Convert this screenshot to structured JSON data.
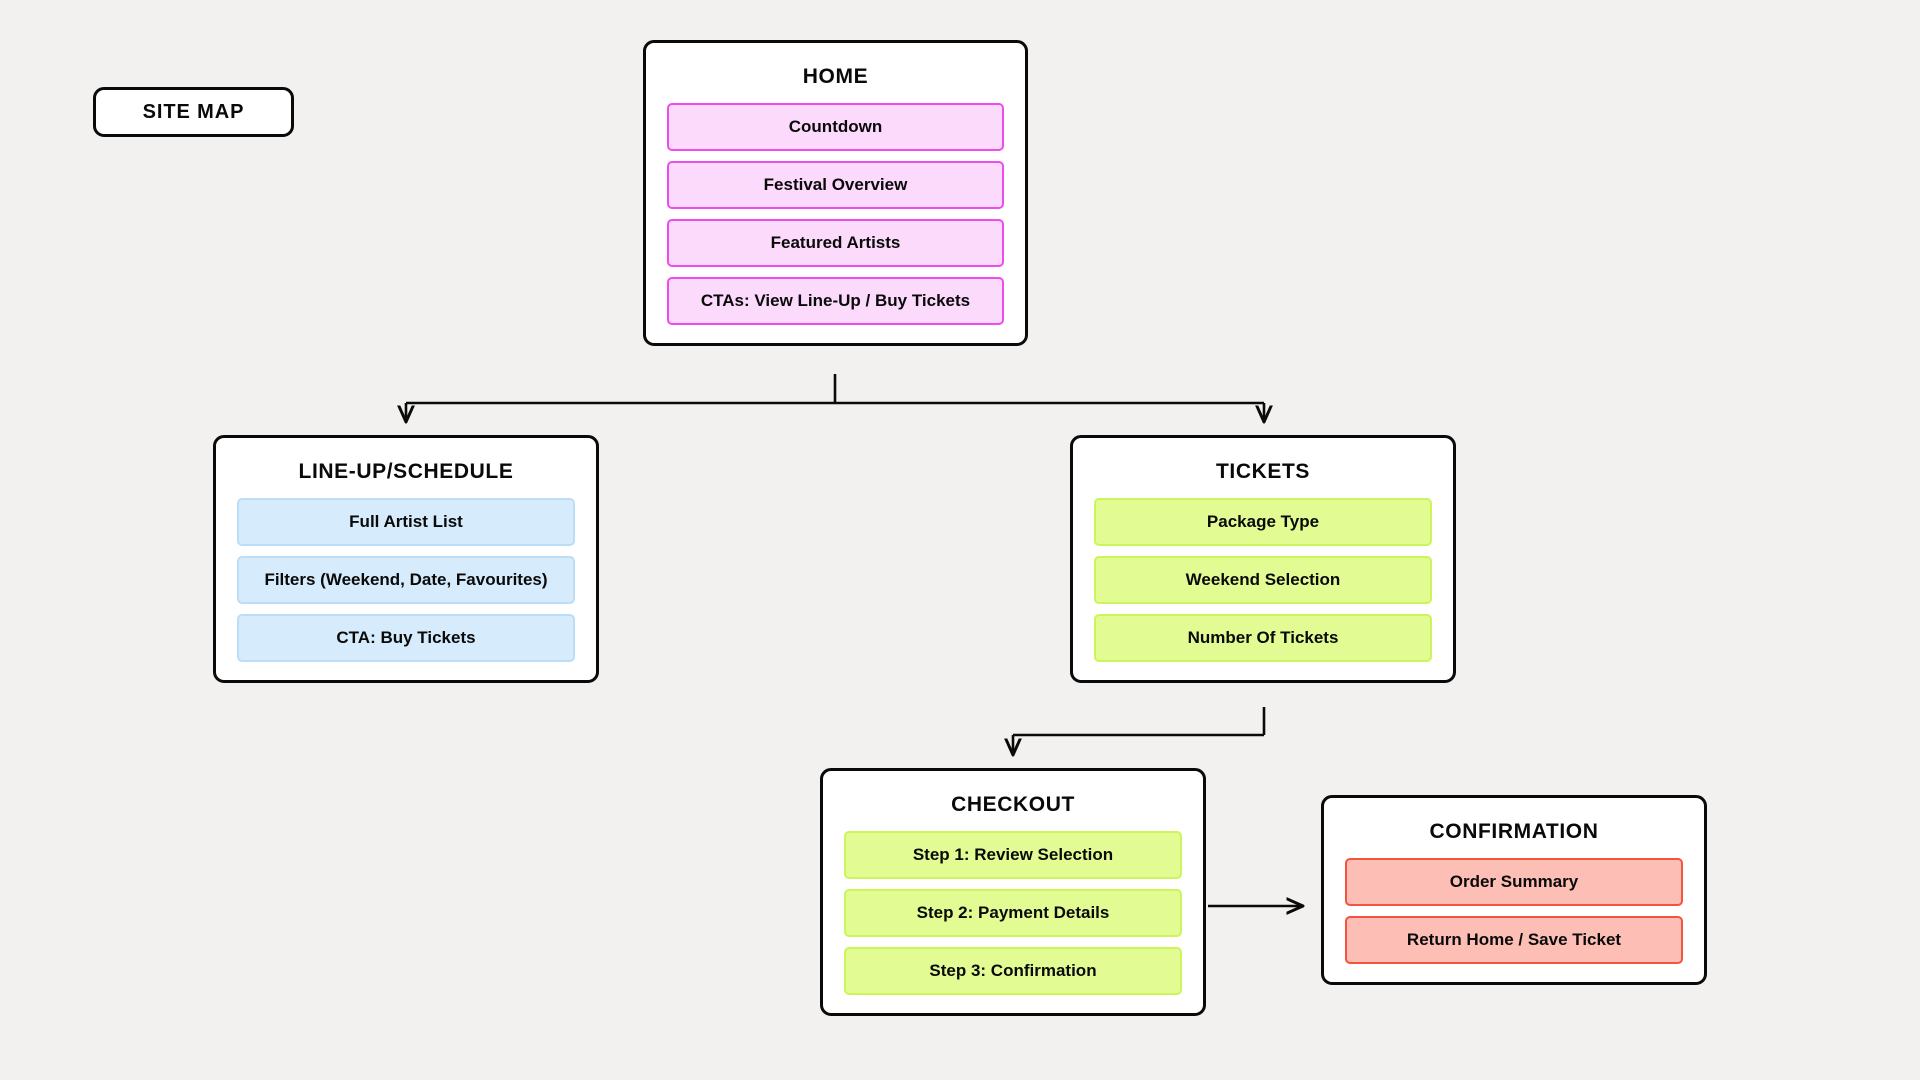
{
  "legend": {
    "label": "SITE MAP"
  },
  "theme": {
    "background": "#f2f1ef",
    "card_background": "#ffffff",
    "card_border": "#0a0a0a",
    "text": "#0a0a0a",
    "pink_fill": "#fbdafb",
    "pink_border": "#ee4dee",
    "blue_fill": "#d6ebfb",
    "blue_border": "#bbddf6",
    "green_fill": "#e2fc93",
    "green_border": "#ccf55c",
    "salmon_fill": "#fdbeb5",
    "salmon_border": "#f4543d"
  },
  "nodes": {
    "home": {
      "title": "HOME",
      "items": [
        {
          "label": "Countdown"
        },
        {
          "label": "Festival Overview"
        },
        {
          "label": "Featured Artists"
        },
        {
          "label": "CTAs:  View Line-Up / Buy Tickets"
        }
      ]
    },
    "lineup": {
      "title": "LINE-UP/SCHEDULE",
      "items": [
        {
          "label": "Full Artist List"
        },
        {
          "label": "Filters (Weekend, Date, Favourites)"
        },
        {
          "label": "CTA: Buy Tickets"
        }
      ]
    },
    "tickets": {
      "title": "TICKETS",
      "items": [
        {
          "label": "Package Type"
        },
        {
          "label": "Weekend Selection"
        },
        {
          "label": "Number Of Tickets"
        }
      ]
    },
    "checkout": {
      "title": "CHECKOUT",
      "items": [
        {
          "label": "Step 1: Review Selection"
        },
        {
          "label": "Step 2: Payment Details"
        },
        {
          "label": "Step 3: Confirmation"
        }
      ]
    },
    "confirmation": {
      "title": "CONFIRMATION",
      "items": [
        {
          "label": "Order Summary"
        },
        {
          "label": "Return Home / Save Ticket"
        }
      ]
    }
  },
  "connectors": [
    {
      "from": "home",
      "to": "lineup"
    },
    {
      "from": "home",
      "to": "tickets"
    },
    {
      "from": "tickets",
      "to": "checkout"
    },
    {
      "from": "checkout",
      "to": "confirmation"
    }
  ]
}
